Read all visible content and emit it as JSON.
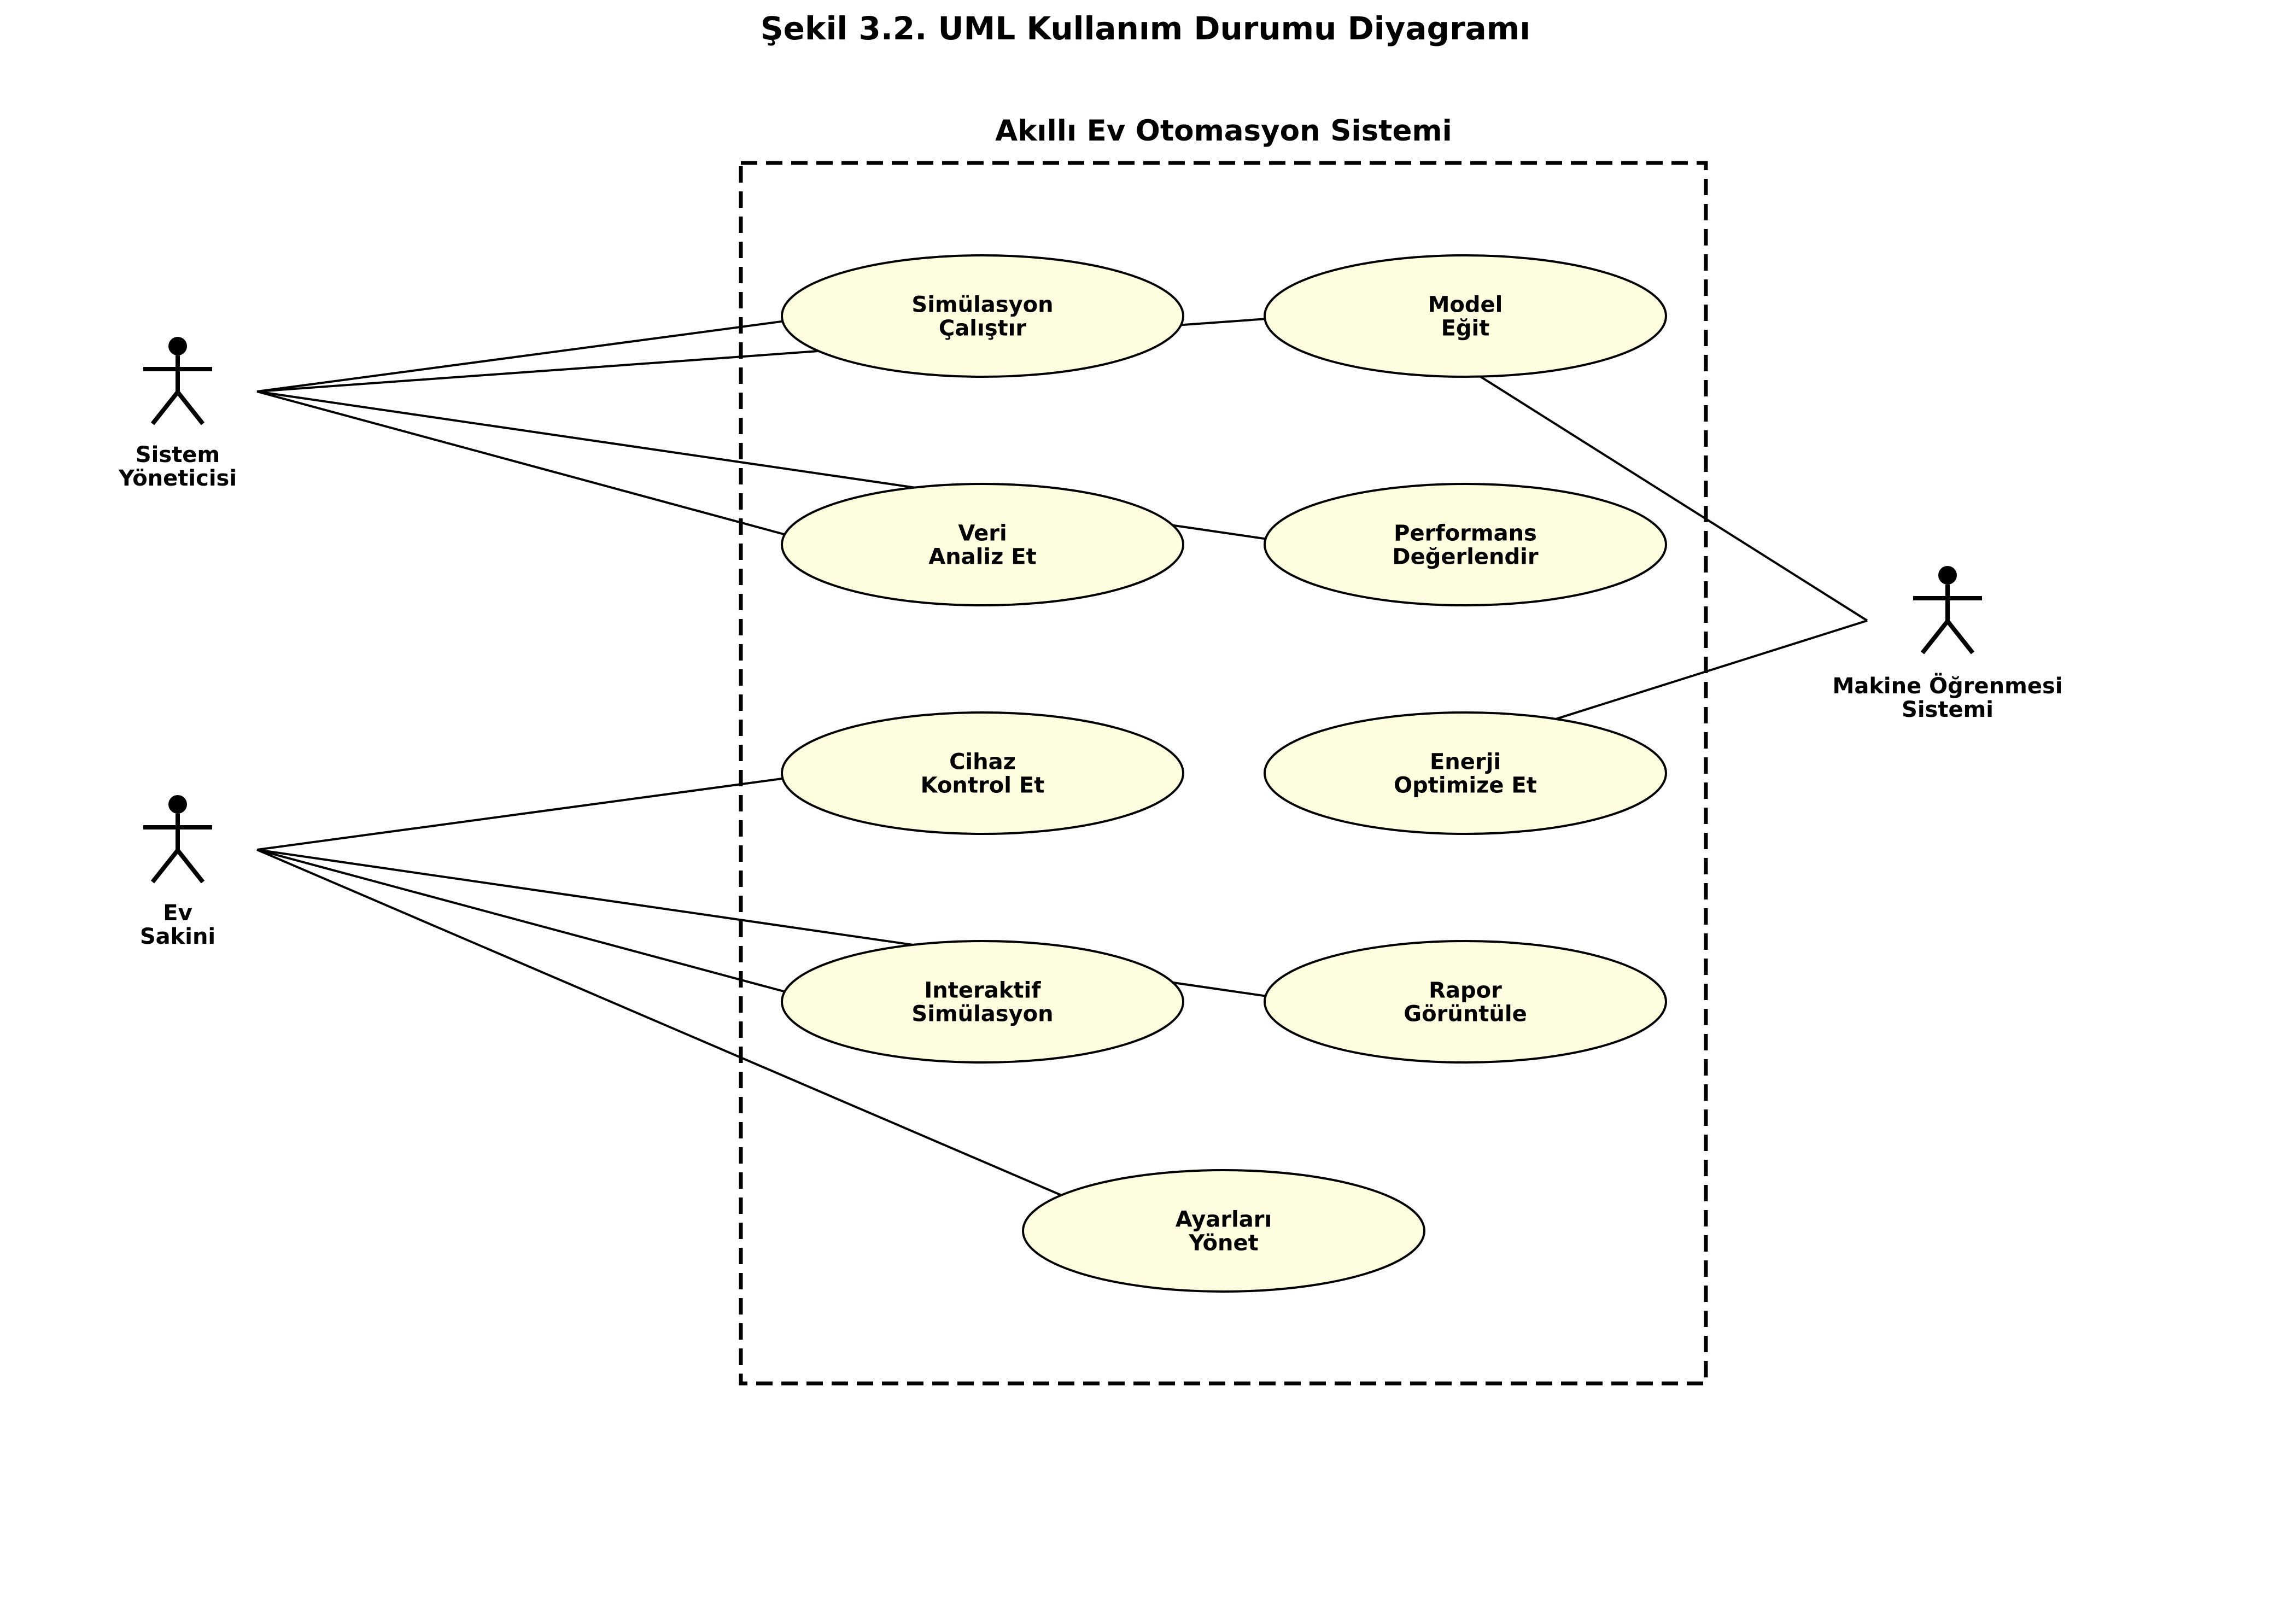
{
  "figure_title": "Şekil 3.2. UML Kullanım Durumu Diyagramı",
  "system": {
    "title": "Akıllı Ev Otomasyon Sistemi"
  },
  "colors": {
    "use_case_fill": "#FFFDE0",
    "stroke": "#000000",
    "background": "#FFFFFF"
  },
  "actors": [
    {
      "id": "admin",
      "lines": [
        "Sistem",
        "Yöneticisi"
      ]
    },
    {
      "id": "resident",
      "lines": [
        "Ev",
        "Sakini"
      ]
    },
    {
      "id": "ml",
      "lines": [
        "Makine Öğrenmesi",
        "Sistemi"
      ]
    }
  ],
  "use_cases": [
    {
      "id": "sim",
      "lines": [
        "Simülasyon",
        "Çalıştır"
      ]
    },
    {
      "id": "model",
      "lines": [
        "Model",
        "Eğit"
      ]
    },
    {
      "id": "veri",
      "lines": [
        "Veri",
        "Analiz Et"
      ]
    },
    {
      "id": "perf",
      "lines": [
        "Performans",
        "Değerlendir"
      ]
    },
    {
      "id": "cihaz",
      "lines": [
        "Cihaz",
        "Kontrol Et"
      ]
    },
    {
      "id": "enerji",
      "lines": [
        "Enerji",
        "Optimize Et"
      ]
    },
    {
      "id": "inter",
      "lines": [
        "Interaktif",
        "Simülasyon"
      ]
    },
    {
      "id": "rapor",
      "lines": [
        "Rapor",
        "Görüntüle"
      ]
    },
    {
      "id": "ayar",
      "lines": [
        "Ayarları",
        "Yönet"
      ]
    }
  ],
  "associations": [
    {
      "actor": "admin",
      "use_case": "sim"
    },
    {
      "actor": "admin",
      "use_case": "model"
    },
    {
      "actor": "admin",
      "use_case": "veri"
    },
    {
      "actor": "admin",
      "use_case": "perf"
    },
    {
      "actor": "resident",
      "use_case": "cihaz"
    },
    {
      "actor": "resident",
      "use_case": "inter"
    },
    {
      "actor": "resident",
      "use_case": "rapor"
    },
    {
      "actor": "resident",
      "use_case": "ayar"
    },
    {
      "actor": "ml",
      "use_case": "model"
    },
    {
      "actor": "ml",
      "use_case": "enerji"
    }
  ]
}
